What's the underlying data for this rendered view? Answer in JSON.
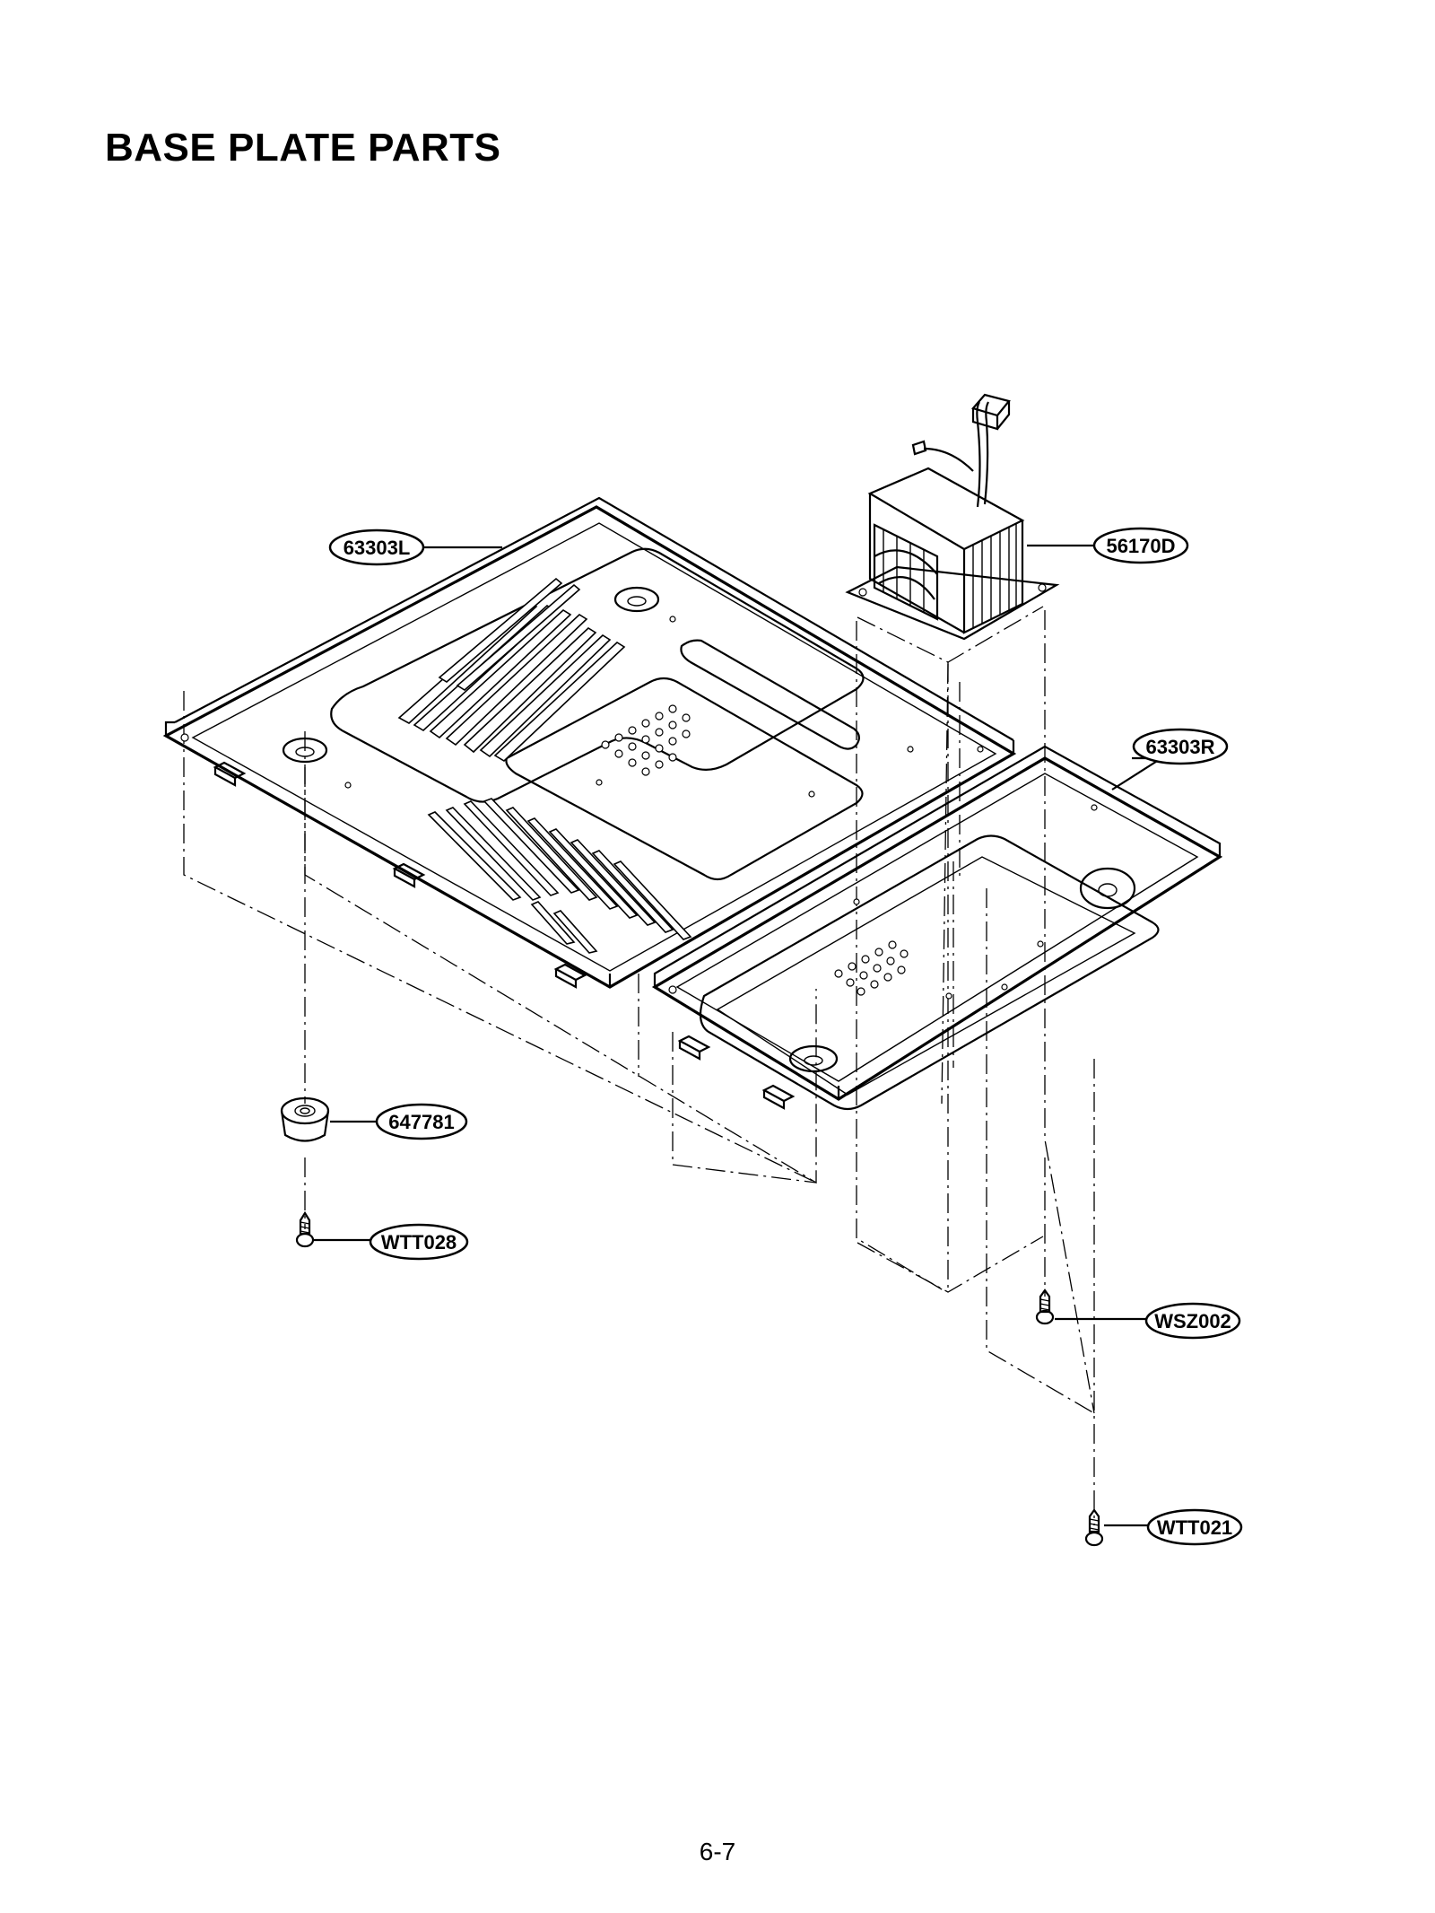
{
  "page": {
    "title": "BASE PLATE PARTS",
    "page_number": "6-7"
  },
  "callouts": {
    "base_plate_left": "63303L",
    "transformer": "56170D",
    "base_plate_right": "63303R",
    "foot": "647781",
    "screw_foot": "WTT028",
    "screw_transformer": "WSZ002",
    "screw_base": "WTT021"
  }
}
